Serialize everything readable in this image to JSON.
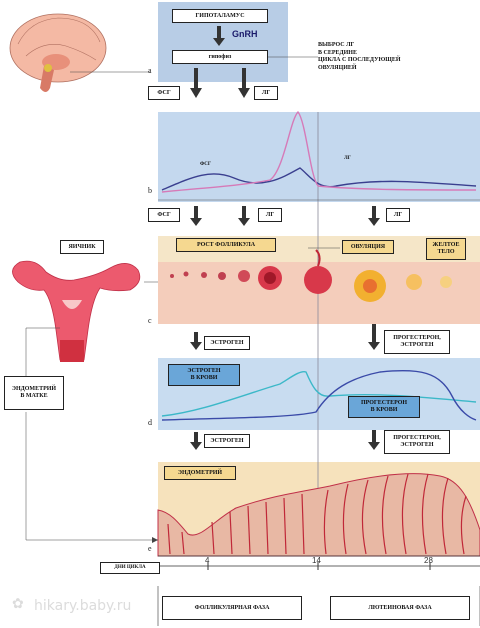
{
  "labels": {
    "hypothalamus": "ГИПОТАЛАМУС",
    "gnrh": "GnRH",
    "pituitary": "гипофиз",
    "lh_surge": "ВЫБРОС ЛГ\nВ СЕРЕДИНЕ\nЦИКЛА С ПОСЛЕДУЮЩЕЙ\nОВУЛЯЦИЕЙ",
    "fsh": "ФСГ",
    "lh": "ЛГ",
    "ovary": "ЯИЧНИК",
    "follicle_growth": "РОСТ ФОЛЛИКУЛА",
    "ovulation": "ОВУЛЯЦИЯ",
    "corpus_luteum": "ЖЕЛТОЕ\nТЕЛО",
    "estrogen": "ЭСТРОГЕН",
    "progesterone_estrogen": "ПРОГЕСТЕРОН,\nЭСТРОГЕН",
    "estrogen_in_blood": "ЭСТРОГЕН\nВ КРОВИ",
    "progesterone_in_blood": "ПРОГЕСТЕРОН\nВ КРОВИ",
    "endometrium": "ЭНДОМЕТРИЙ",
    "endometrium_in_uterus": "ЭНДОМЕТРИЙ\nВ МАТКЕ",
    "cycle_days": "ДНИ ЦИКЛА",
    "follicular_phase": "ФОЛЛИКУЛЯРНАЯ ФАЗА",
    "luteal_phase": "ЛЮТЕИНОВАЯ ФАЗА"
  },
  "panels": [
    "a",
    "b",
    "c",
    "d",
    "e"
  ],
  "days": [
    "4",
    "14",
    "28"
  ],
  "watermark": "hikary.baby.ru",
  "colors": {
    "hypo_panel": "#b8cde6",
    "hormone_panel": "#c4d8ee",
    "ovary_panel": "#f5e6c8",
    "blood_panel": "#c8dcf0",
    "endo_panel": "#f6e2bc",
    "fsh_line": "#3a3f8f",
    "lh_line": "#d67ab8",
    "estrogen_line": "#3cb8c8",
    "progesterone_line": "#3a4aa8",
    "tissue": "#e84a5f"
  }
}
